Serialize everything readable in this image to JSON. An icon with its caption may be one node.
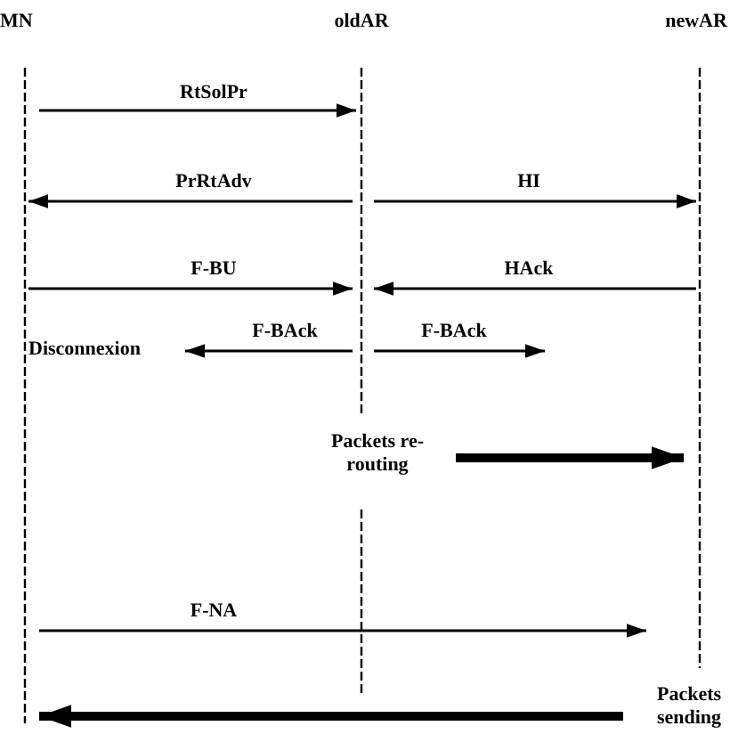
{
  "diagram": {
    "nodes": [
      {
        "text": [
          "MN"
        ]
      },
      {
        "text": [
          "oldAR"
        ]
      },
      {
        "text": [
          "newAR"
        ]
      },
      {
        "text": [
          "Disconnexion"
        ]
      },
      {
        "text": [
          "Packets re-routing"
        ]
      },
      {
        "text": [
          "Packets sending"
        ]
      }
    ],
    "edges": [
      {
        "from": 0,
        "to": 1,
        "arrow": "to",
        "label": "RtSolPr"
      },
      {
        "from": 1,
        "to": 0,
        "arrow": "to",
        "label": "PrRtAdv"
      },
      {
        "from": 1,
        "to": 2,
        "arrow": "to",
        "label": "HI"
      },
      {
        "from": 0,
        "to": 1,
        "arrow": "to",
        "label": "F-BU"
      },
      {
        "from": 2,
        "to": 1,
        "arrow": "to",
        "label": "HAck"
      },
      {
        "from": 1,
        "to": 3,
        "arrow": "to",
        "label": "F-BAck"
      },
      {
        "from": 1,
        "to": null,
        "arrow": "to",
        "label": "F-BAck"
      },
      {
        "from": 4,
        "to": 2,
        "arrow": "to",
        "style": "thick"
      },
      {
        "from": 0,
        "to": 2,
        "arrow": "to",
        "label": "F-NA"
      },
      {
        "from": 5,
        "to": 0,
        "arrow": "to",
        "style": "thick"
      }
    ]
  }
}
